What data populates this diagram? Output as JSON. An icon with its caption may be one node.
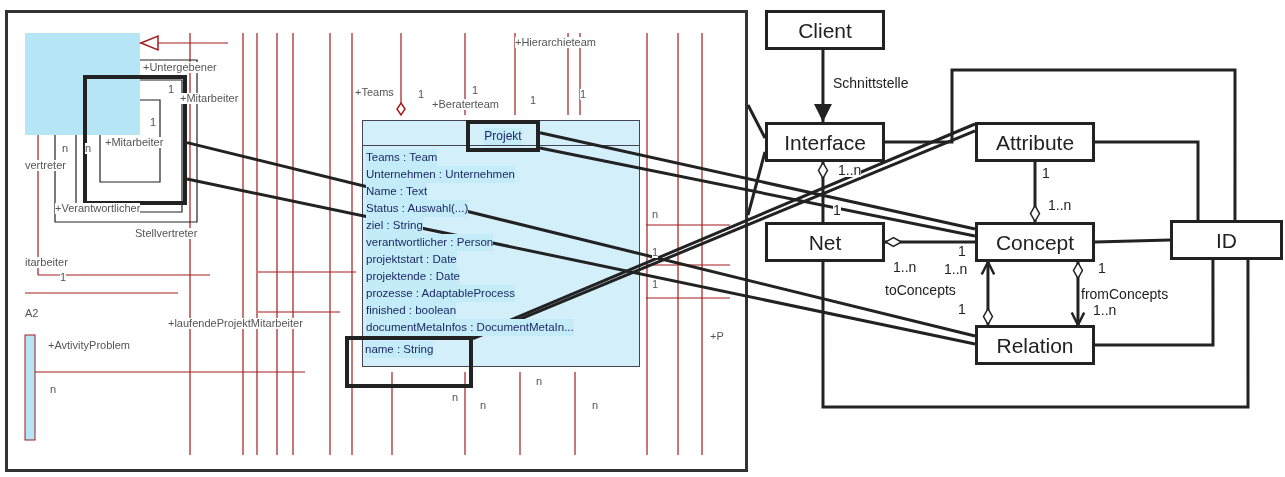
{
  "diagram": {
    "nodes": [
      {
        "text": [],
        "shape": "box"
      },
      {
        "text": [],
        "shape": "box",
        "in": 0
      },
      {
        "text": [
          "Teams : Team",
          "Unternehmen : Unternehmen",
          "Name : Text",
          "Status : Auswahl(...)",
          "ziel : String",
          "verantwortlicher : Person",
          "projektstart : Date",
          "projektende : Date",
          "prozesse : AdaptableProcess",
          "finished : boolean",
          "documentMetaInfos : DocumentMetaIn..."
        ],
        "in": 0
      },
      {
        "text": [
          "Projekt"
        ],
        "in": 2
      },
      {
        "text": [
          "name : String"
        ],
        "in": 0
      },
      {
        "text": [
          "Client"
        ]
      },
      {
        "text": [
          "Interface"
        ]
      },
      {
        "text": [
          "Attribute"
        ]
      },
      {
        "text": [
          "Net"
        ]
      },
      {
        "text": [
          "Concept"
        ]
      },
      {
        "text": [
          "ID"
        ]
      },
      {
        "text": [
          "Relation"
        ]
      }
    ],
    "edges": [
      {
        "from": 5,
        "to": 6,
        "arrow": "to",
        "label": "Schnittstelle"
      },
      {
        "from": 0,
        "to": 6,
        "arrow": "none"
      },
      {
        "from": 0,
        "to": 6,
        "arrow": "none"
      },
      {
        "from": 6,
        "to": 10,
        "arrow": "none"
      },
      {
        "from": 8,
        "to": 6,
        "arrow": "other"
      },
      {
        "from": 7,
        "to": 10,
        "arrow": "none"
      },
      {
        "from": 7,
        "to": 9,
        "arrow": "other"
      },
      {
        "from": 3,
        "to": 9,
        "arrow": "none"
      },
      {
        "from": 3,
        "to": 9,
        "arrow": "none"
      },
      {
        "from": 4,
        "to": 7,
        "arrow": "none"
      },
      {
        "from": 4,
        "to": 7,
        "arrow": "none"
      },
      {
        "from": 1,
        "to": 11,
        "arrow": "none"
      },
      {
        "from": 1,
        "to": 11,
        "arrow": "none"
      },
      {
        "from": 9,
        "to": 8,
        "arrow": "other"
      },
      {
        "from": 9,
        "to": 10,
        "arrow": "none"
      },
      {
        "from": 11,
        "to": 9,
        "arrow": "to",
        "label": "toConcepts"
      },
      {
        "from": 9,
        "to": 11,
        "arrow": "to",
        "label": "fromConcepts"
      },
      {
        "from": 11,
        "to": 10,
        "arrow": "none"
      },
      {
        "from": 8,
        "to": 10,
        "arrow": "none"
      }
    ],
    "labels": [
      "+Untergebener",
      "1",
      "+Mitarbeiter",
      "1",
      "+Mitarbeiter",
      "n",
      "n",
      "vertreter",
      "+Verantwortlicher",
      "Stellvertreter",
      "itarbeiter",
      "1",
      "A2",
      "+AvtivityProblem",
      "n",
      "+laufendeProjektMitarbeiter",
      "+Hierarchieteam",
      "+Teams",
      "1",
      "1",
      "+Beraterteam",
      "1",
      "1",
      "n",
      "1",
      "1",
      "+P",
      "n",
      "n",
      "n",
      "n",
      "1..n",
      "1",
      "1",
      "1..n",
      "1",
      "1..n",
      "1..n",
      "1",
      "1",
      "1..n"
    ]
  }
}
